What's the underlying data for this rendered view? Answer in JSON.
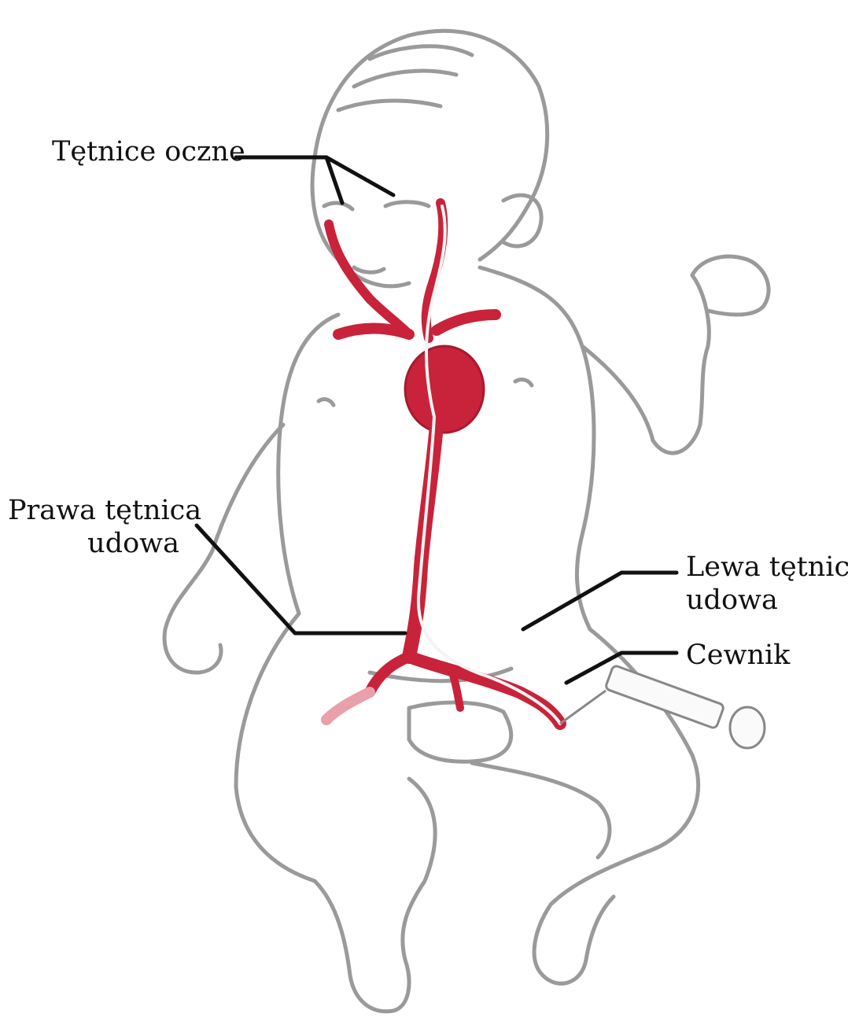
{
  "labels": {
    "eye_arteries": "Tętnice oczne",
    "right_femoral_line1": "Prawa tętnica",
    "right_femoral_line2": "udowa",
    "left_femoral_line1": "Lewa tętnica",
    "left_femoral_line2": "udowa",
    "catheter": "Cewnik"
  },
  "colors": {
    "outline": "#9a9a9a",
    "artery": "#c8233a",
    "artery_dark": "#a51a2e",
    "leader": "#111111",
    "catheter": "#f4f4f4"
  }
}
